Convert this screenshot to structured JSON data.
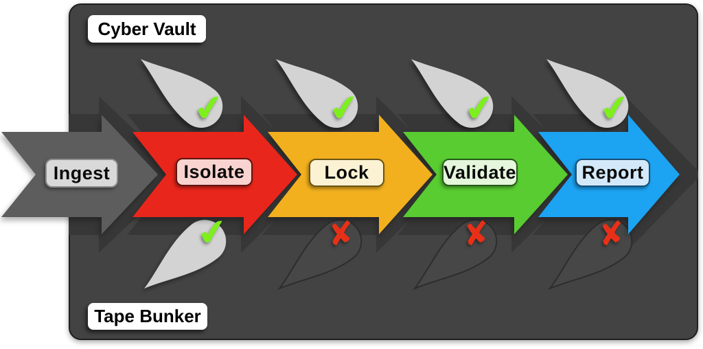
{
  "zone_labels": {
    "top_zone": "Cyber Vault",
    "bottom_zone": "Tape Bunker"
  },
  "panel": {
    "bg": "#434343",
    "chevron": "#373737",
    "border": "#1f1f1f"
  },
  "steps": [
    {
      "label": "Ingest",
      "color": "#5d5d5d",
      "label_bg": "#d9d9d9",
      "label_border": "#8d8d8d",
      "top_mark": null,
      "bottom_mark": null
    },
    {
      "label": "Isolate",
      "color": "#e9261b",
      "label_bg": "#f8d3cf",
      "label_border": "#5e1410",
      "top_mark": "check",
      "bottom_mark": "check"
    },
    {
      "label": "Lock",
      "color": "#f2b01f",
      "label_bg": "#fbf2d3",
      "label_border": "#6b5414",
      "top_mark": "check",
      "bottom_mark": "cross"
    },
    {
      "label": "Validate",
      "color": "#58cc31",
      "label_bg": "#e4f6db",
      "label_border": "#27591a",
      "top_mark": "check",
      "bottom_mark": "cross"
    },
    {
      "label": "Report",
      "color": "#1ca3f2",
      "label_bg": "#d3e9f9",
      "label_border": "#174f78",
      "top_mark": "check",
      "bottom_mark": "cross"
    }
  ],
  "drops": {
    "light": "#d3d3d3",
    "dark": "#474747",
    "dark_outline": "#2d2d2d"
  },
  "icons": {
    "check": "✔",
    "cross": "✘"
  },
  "status_colors": {
    "check": "#7df01c",
    "cross": "#e83018"
  }
}
